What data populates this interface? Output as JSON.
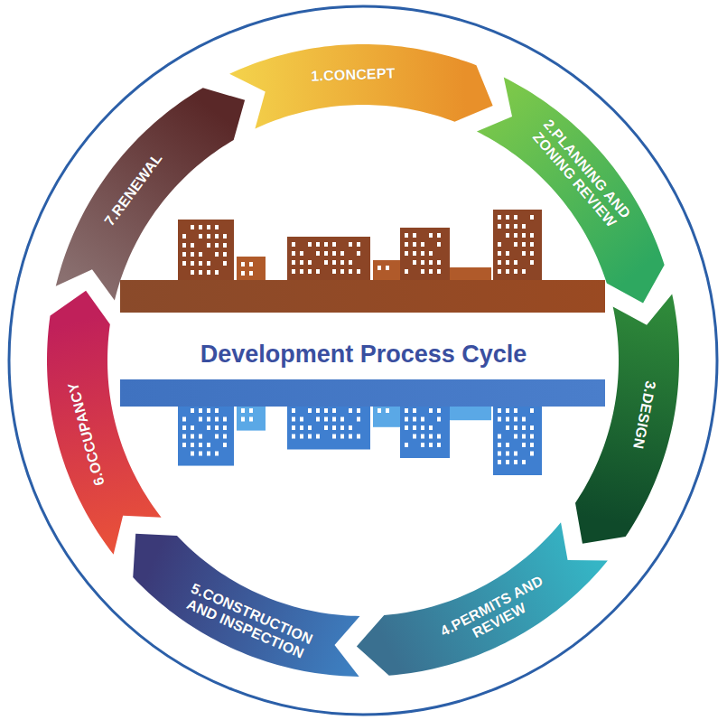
{
  "diagram": {
    "title": "Development Process Cycle",
    "nodes": [
      {
        "text": [
          "1.CONCEPT"
        ]
      },
      {
        "text": [
          "2.PLANNING AND ZONING REVIEW"
        ]
      },
      {
        "text": [
          "3.DESIGN"
        ]
      },
      {
        "text": [
          "4.PERMITS AND REVIEW"
        ]
      },
      {
        "text": [
          "5.CONSTRUCTION AND INSPECTION"
        ]
      },
      {
        "text": [
          "6.OCCUPANCY"
        ]
      },
      {
        "text": [
          "7.RENEWAL"
        ]
      }
    ]
  }
}
